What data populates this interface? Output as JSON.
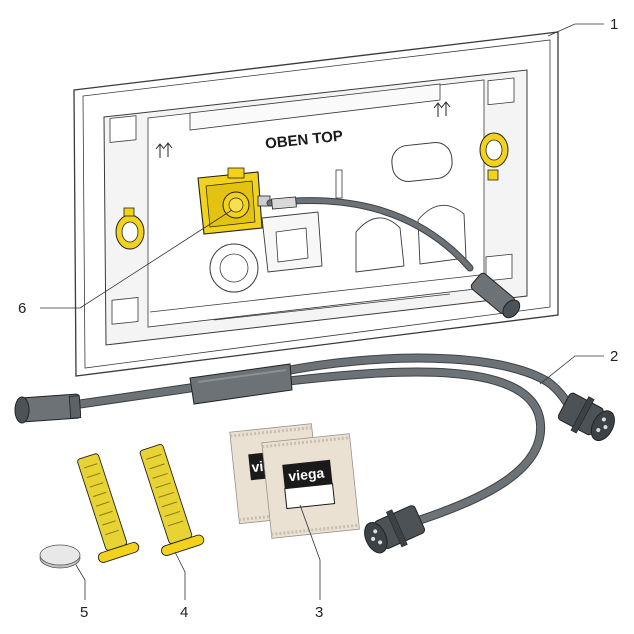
{
  "frame": {
    "text": "OBEN TOP"
  },
  "brand": {
    "logo_text": "viega",
    "logo_text_back": "vie"
  },
  "callouts": {
    "c1": "1",
    "c2": "2",
    "c3": "3",
    "c4": "4",
    "c5": "5",
    "c6": "6"
  },
  "colors": {
    "yellow": "#f2d21a",
    "cable": "#6c7276",
    "cable_dark": "#3d4246",
    "packet": "#ebe1d2",
    "frame_line": "#3a3a3a"
  }
}
